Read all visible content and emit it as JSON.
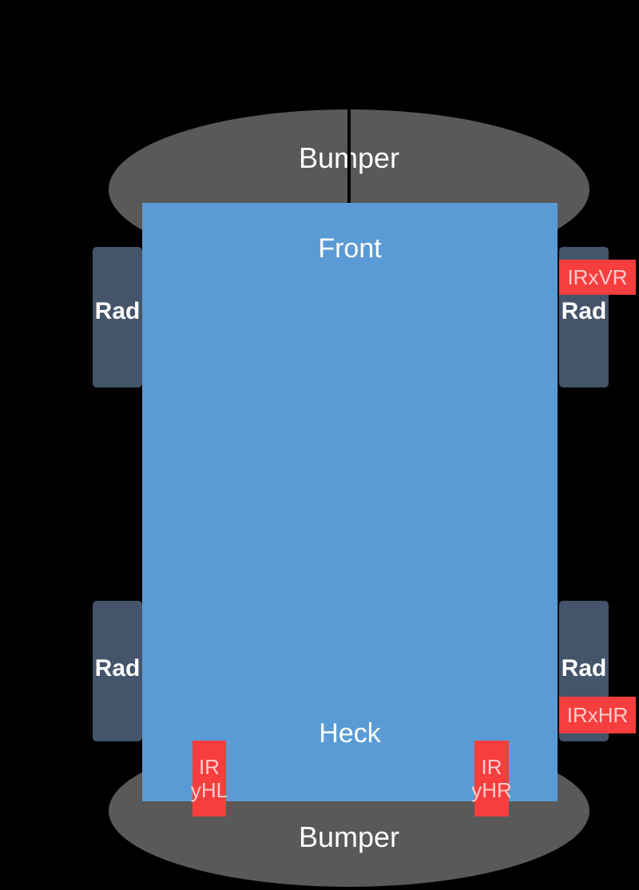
{
  "diagram_title": "robot-top-view",
  "colors": {
    "background": "#000000",
    "body_fill": "#5b9bd5",
    "wheel_fill": "#44546a",
    "bumper_fill": "#595959",
    "sensor_fill": "#f63e3e",
    "sensor_text": "#ffcdcd",
    "label_text": "#ffffff",
    "axis_line": "#000000"
  },
  "bumpers": {
    "front": {
      "label": "Bumper"
    },
    "rear": {
      "label": "Bumper"
    }
  },
  "body": {
    "front_label": "Front",
    "rear_label": "Heck"
  },
  "wheels": [
    {
      "id": "front-left",
      "label": "Rad"
    },
    {
      "id": "front-right",
      "label": "Rad"
    },
    {
      "id": "rear-left",
      "label": "Rad"
    },
    {
      "id": "rear-right",
      "label": "Rad"
    }
  ],
  "sensors": [
    {
      "id": "ir-x-vr",
      "label": "IRxVR"
    },
    {
      "id": "ir-x-hr",
      "label": "IRxHR"
    },
    {
      "id": "ir-y-hl",
      "label_line1": "IR",
      "label_line2": "yHL"
    },
    {
      "id": "ir-y-hr",
      "label_line1": "IR",
      "label_line2": "yHR"
    }
  ]
}
